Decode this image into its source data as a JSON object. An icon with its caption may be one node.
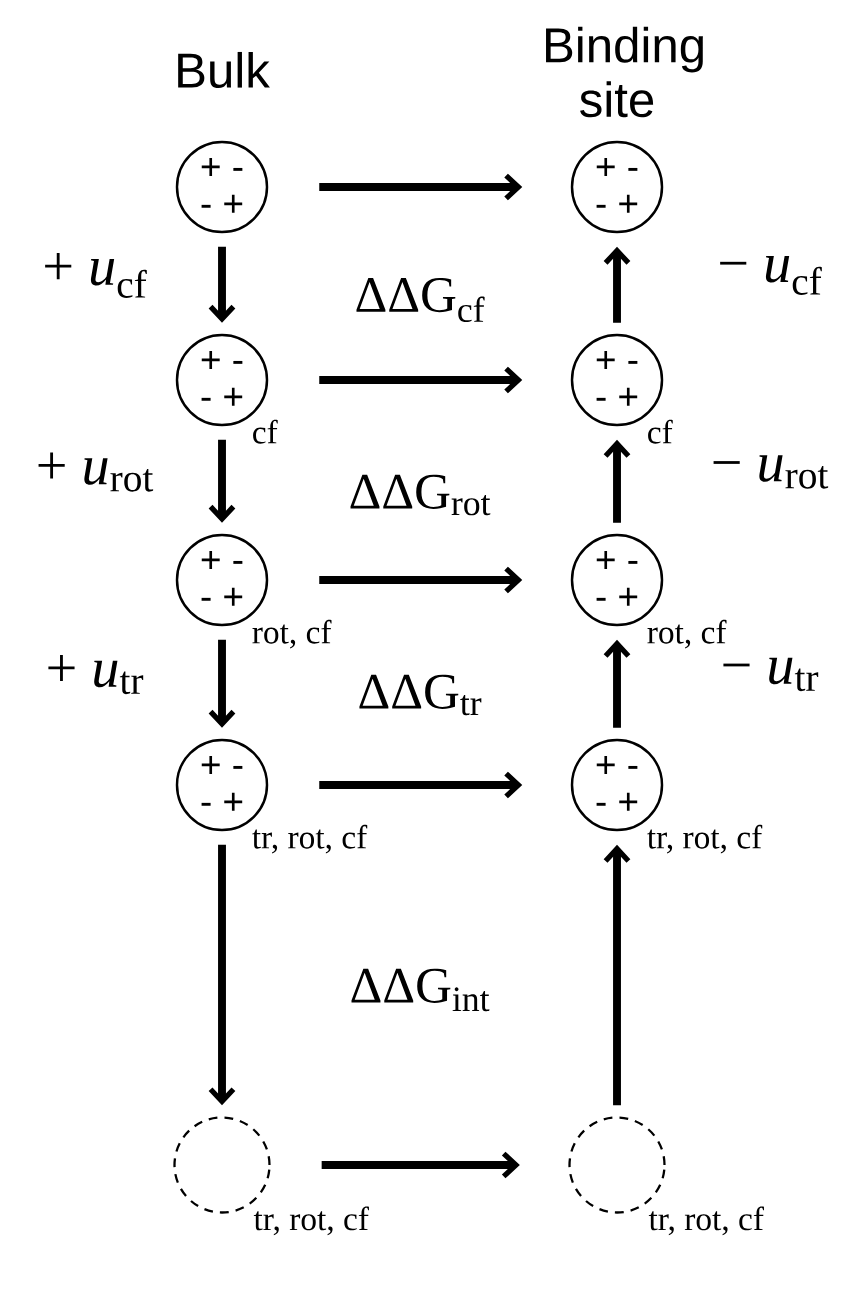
{
  "diagram": {
    "nodes": [
      {
        "text": [
          "+ -",
          "- +"
        ]
      },
      {
        "text": [
          "+ -",
          "- +"
        ]
      },
      {
        "text": [
          "+ -",
          "- +"
        ],
        "beside": [
          "cf"
        ]
      },
      {
        "text": [
          "+ -",
          "- +"
        ],
        "beside": [
          "cf"
        ]
      },
      {
        "text": [
          "+ -",
          "- +"
        ],
        "beside": [
          "rot, cf"
        ]
      },
      {
        "text": [
          "+ -",
          "- +"
        ],
        "beside": [
          "rot, cf"
        ]
      },
      {
        "text": [
          "+ -",
          "- +"
        ],
        "beside": [
          "tr, rot, cf"
        ]
      },
      {
        "text": [
          "+ -",
          "- +"
        ],
        "beside": [
          "tr, rot, cf"
        ]
      },
      {
        "text": [],
        "shape": "circle",
        "beside": [
          "tr, rot, cf"
        ]
      },
      {
        "text": [],
        "shape": "circle",
        "beside": [
          "tr, rot, cf"
        ]
      }
    ],
    "edges": [
      {
        "from": 0,
        "to": 1,
        "arrow": "to"
      },
      {
        "from": 0,
        "to": 2,
        "arrow": "to",
        "label": "+ *u*$_{cf}$"
      },
      {
        "from": 3,
        "to": 1,
        "arrow": "to",
        "label": "− *u*$_{cf}$"
      },
      {
        "from": 2,
        "to": 3,
        "arrow": "to"
      },
      {
        "from": 2,
        "to": 4,
        "arrow": "to",
        "label": "+ *u*$_{rot}$"
      },
      {
        "from": 5,
        "to": 3,
        "arrow": "to",
        "label": "− *u*$_{rot}$"
      },
      {
        "from": 4,
        "to": 5,
        "arrow": "to"
      },
      {
        "from": 4,
        "to": 6,
        "arrow": "to",
        "label": "+ *u*$_{tr}$"
      },
      {
        "from": 7,
        "to": 5,
        "arrow": "to",
        "label": "− *u*$_{tr}$"
      },
      {
        "from": 6,
        "to": 7,
        "arrow": "to"
      },
      {
        "from": 6,
        "to": 8,
        "arrow": "to"
      },
      {
        "from": 9,
        "to": 7,
        "arrow": "to"
      },
      {
        "from": 8,
        "to": 9,
        "arrow": "to"
      }
    ],
    "labels": [
      "Bulk",
      "Binding site",
      "ΔΔG$_{cf}$",
      "ΔΔG$_{rot}$",
      "ΔΔG$_{tr}$",
      "ΔΔG$_{int}$"
    ]
  }
}
